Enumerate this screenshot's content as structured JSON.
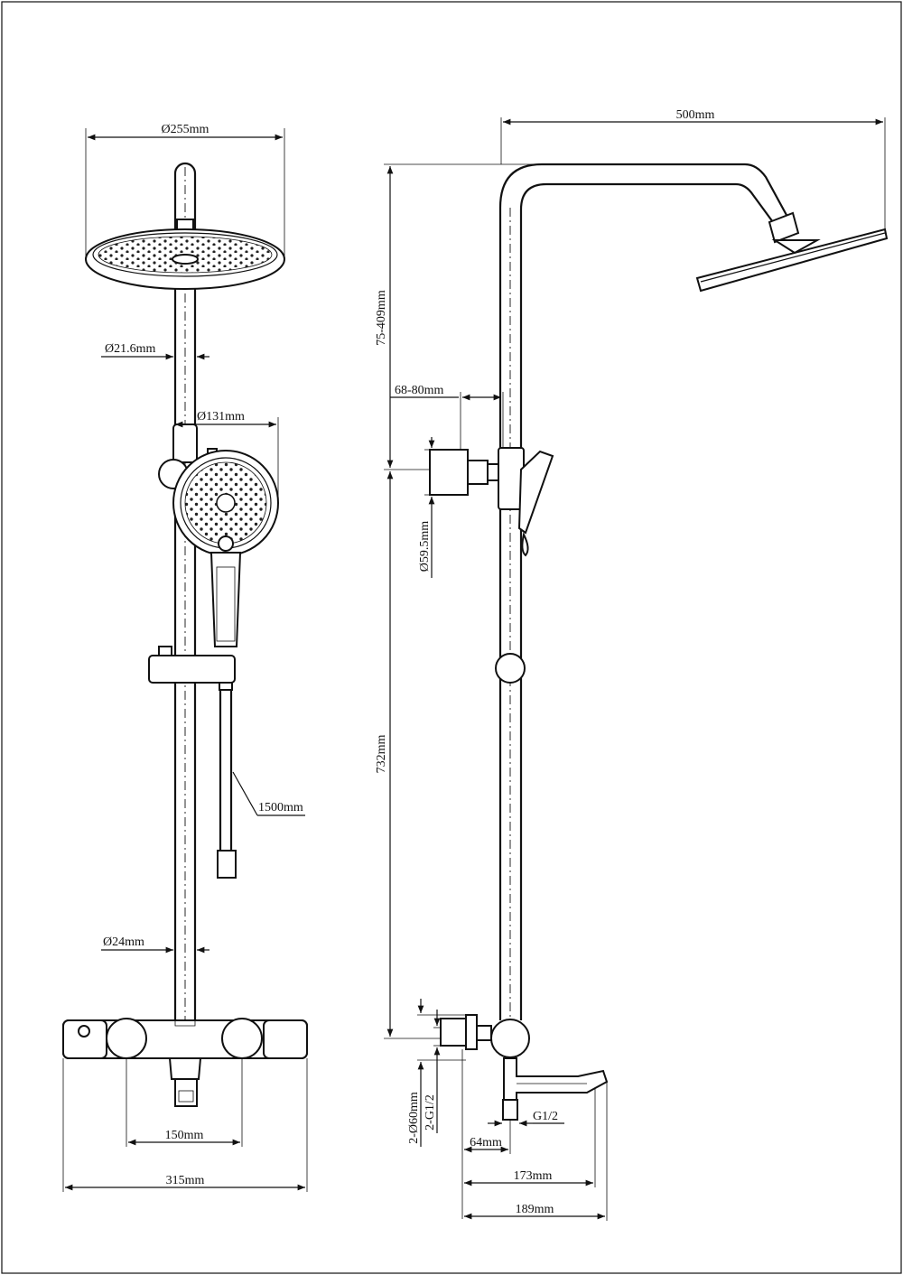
{
  "front_view": {
    "head_diameter": "Ø255mm",
    "pipe_diameter_upper": "Ø21.6mm",
    "hand_shower_diameter": "Ø131mm",
    "hose_length": "1500mm",
    "pipe_diameter_lower": "Ø24mm",
    "handle_spacing": "150mm",
    "mixer_width": "315mm"
  },
  "side_view": {
    "arm_reach": "500mm",
    "height_adjust": "75-409mm",
    "holder_offset": "68-80mm",
    "holder_diameter": "Ø59.5mm",
    "riser_height": "732mm",
    "flange_diameter": "2-Ø60mm",
    "inlet_thread_pair": "2-G1/2",
    "outlet_thread": "G1/2",
    "wall_offset": "64mm",
    "spout_reach_173": "173mm",
    "spout_reach_189": "189mm"
  }
}
